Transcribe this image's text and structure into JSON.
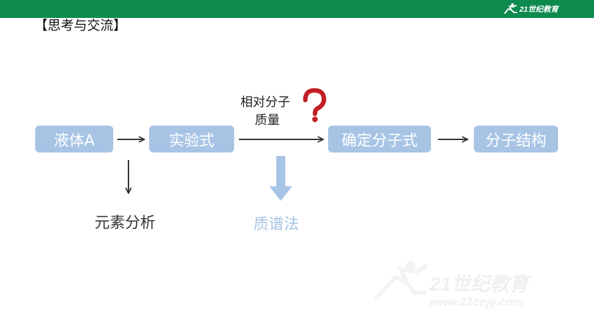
{
  "header": {
    "logo_text": "21世纪教育",
    "bar_color": "#0e8a4f"
  },
  "title": "【思考与交流】",
  "flow": {
    "box_color": "#a7c4e5",
    "nodes": [
      "液体A",
      "实验式",
      "确定分子式",
      "分子结构"
    ],
    "annotation_line1": "相对分子",
    "annotation_line2": "质量",
    "question_icon": "question-mark-icon",
    "branch_elemental": "元素分析",
    "branch_mass_spec": "质谱法"
  },
  "watermark": {
    "logo_text": "21世纪教育",
    "url": "www.21cnjy.com"
  }
}
